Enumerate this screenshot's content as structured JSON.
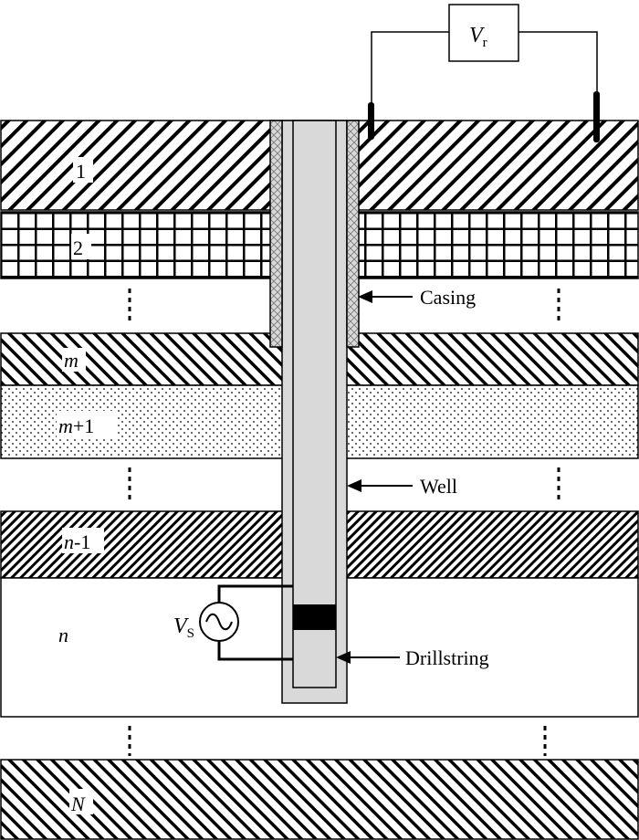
{
  "layers": [
    {
      "label": "1",
      "italic": false,
      "pattern": "diagonal-wide"
    },
    {
      "label": "2",
      "italic": false,
      "pattern": "grid"
    },
    {
      "label": "m",
      "italic": true,
      "pattern": "diagonal-back"
    },
    {
      "label_var": "m",
      "label_suffix": "+1",
      "pattern": "dots"
    },
    {
      "label_var": "n",
      "label_suffix": "-1",
      "pattern": "diagonal-fine"
    },
    {
      "label": "n",
      "italic": true,
      "pattern": "none"
    },
    {
      "label": "N",
      "italic": true,
      "pattern": "diagonal-back"
    }
  ],
  "receiver": {
    "symbol": "V",
    "subscript": "r"
  },
  "source": {
    "symbol": "V",
    "subscript": "S"
  },
  "callouts": {
    "casing": "Casing",
    "well": "Well",
    "drillstring": "Drillstring"
  },
  "colors": {
    "line": "#000000",
    "well_fill": "#d9d9d9",
    "casing_fill": "#d9d9d9",
    "tool_block": "#000000"
  }
}
